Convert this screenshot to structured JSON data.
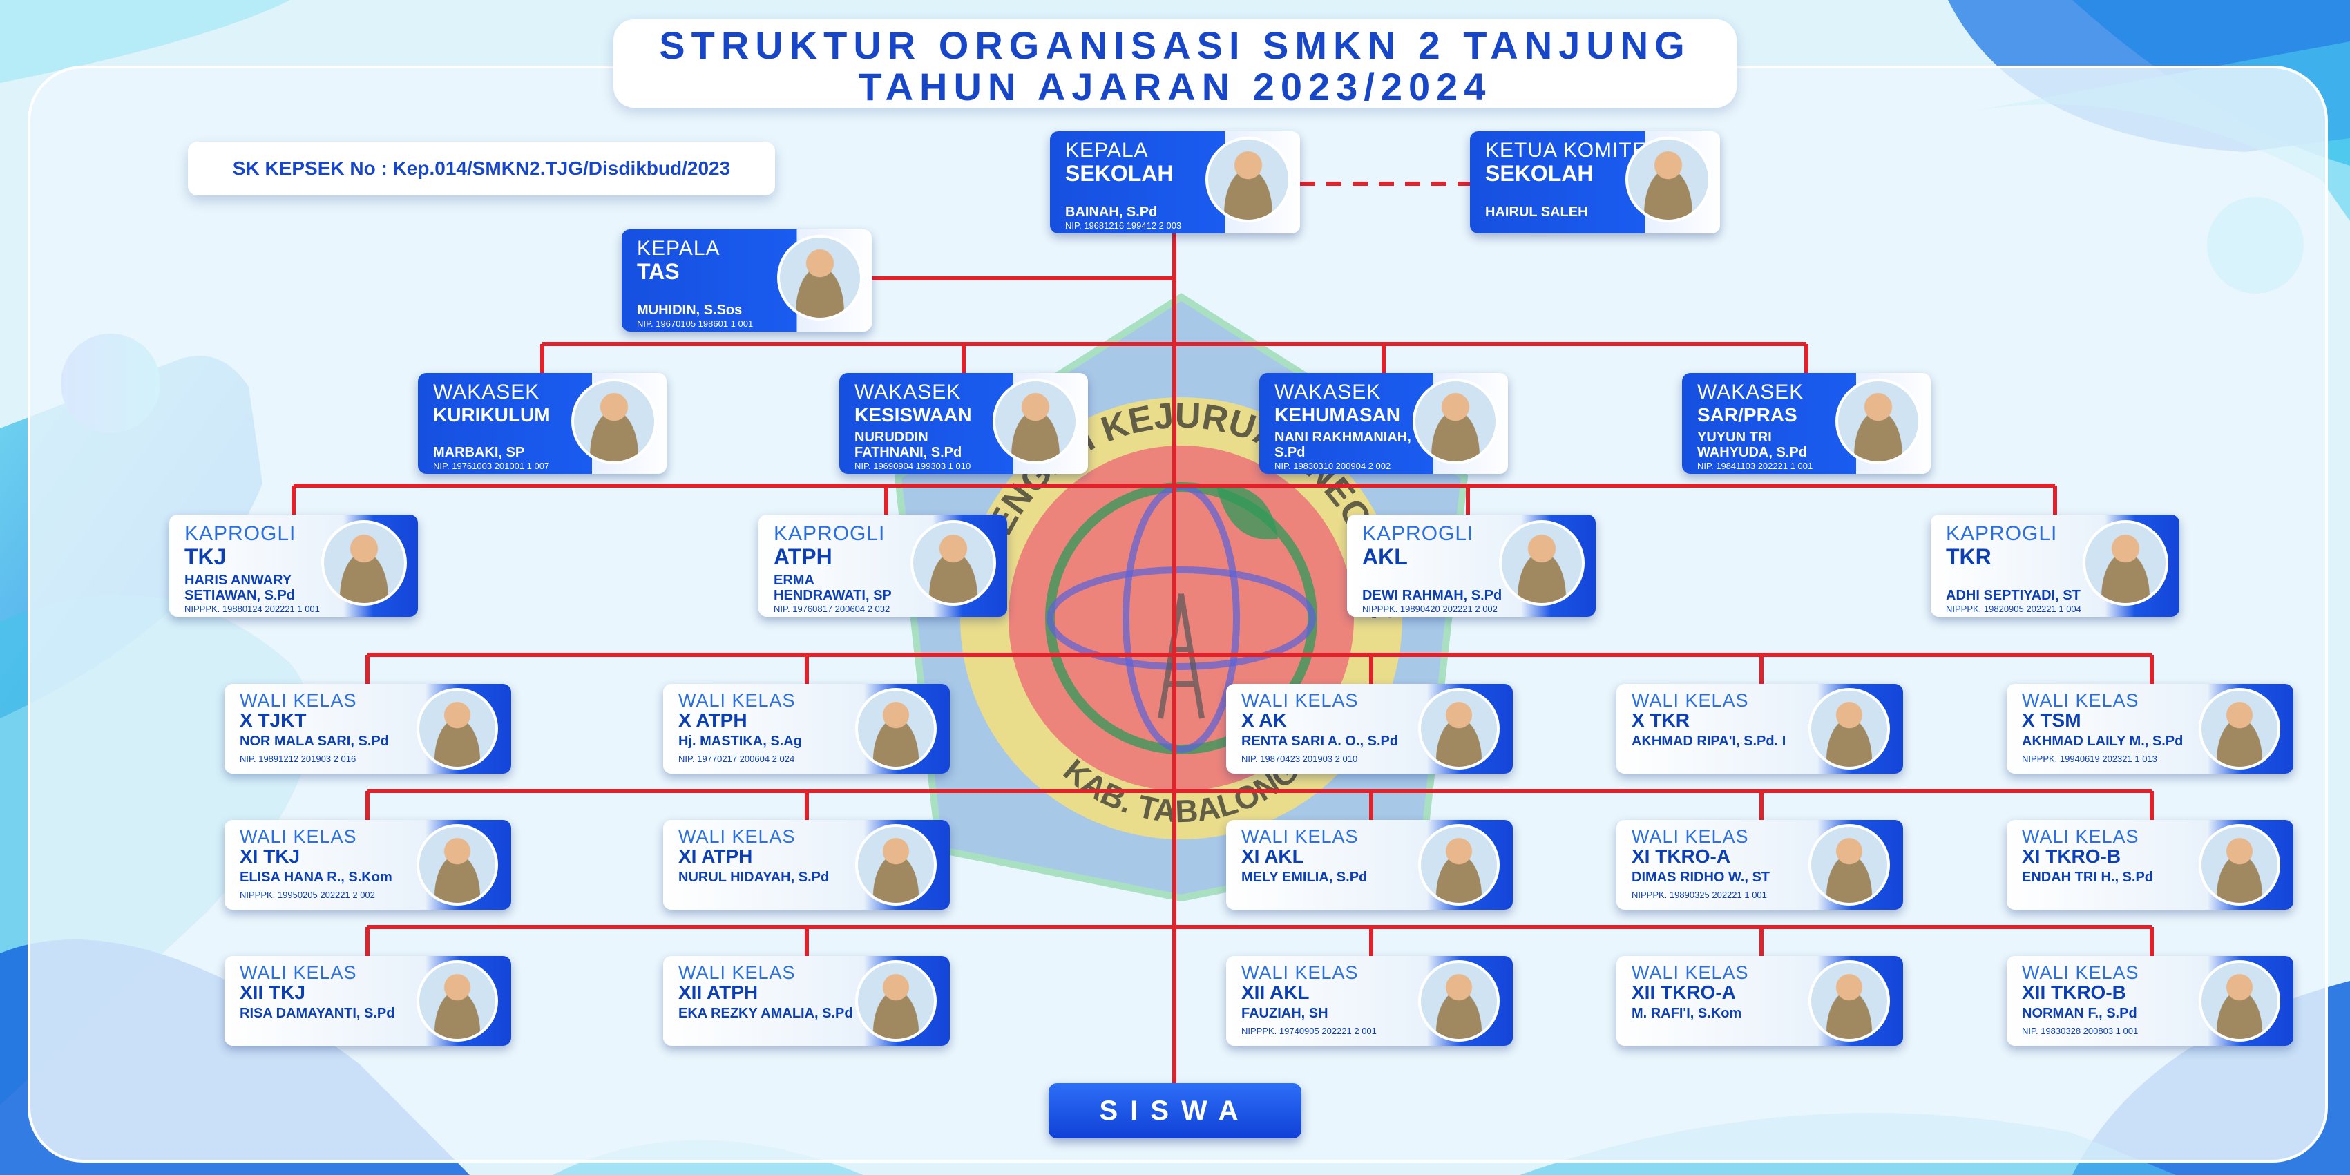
{
  "title": {
    "line1": "STRUKTUR ORGANISASI SMKN 2 TANJUNG",
    "line2": "TAHUN AJARAN 2023/2024"
  },
  "sk_label": "SK KEPSEK No : Kep.014/SMKN2.TJG/Disdikbud/2023",
  "logo": {
    "ring_text_top": "SEKOLAH MENENGAH KEJURUAN NEGERI 2 TANJUNG",
    "ring_text_bottom": "KAB. TABALONG"
  },
  "colors": {
    "accent": "#1650e0",
    "line": "#e1222b",
    "title": "#1746c9"
  },
  "leaders": {
    "kepsek": {
      "role": "KEPALA",
      "unit": "SEKOLAH",
      "name": "BAINAH, S.Pd",
      "nip": "NIP. 19681216 199412 2 003"
    },
    "komite": {
      "role": "KETUA KOMITE",
      "unit": "SEKOLAH",
      "name": "HAIRUL SALEH",
      "nip": ""
    },
    "tas": {
      "role": "KEPALA",
      "unit": "TAS",
      "name": "MUHIDIN, S.Sos",
      "nip": "NIP. 19670105 198601 1 001"
    }
  },
  "wakasek": [
    {
      "role": "WAKASEK",
      "unit": "KURIKULUM",
      "name": "MARBAKI, SP",
      "nip": "NIP. 19761003 201001 1 007"
    },
    {
      "role": "WAKASEK",
      "unit": "KESISWAAN",
      "name": "NURUDDIN FATHNANI, S.Pd",
      "nip": "NIP. 19690904 199303 1 010"
    },
    {
      "role": "WAKASEK",
      "unit": "KEHUMASAN",
      "name": "NANI RAKHMANIAH, S.Pd",
      "nip": "NIP. 19830310 200904 2 002"
    },
    {
      "role": "WAKASEK",
      "unit": "SAR/PRAS",
      "name": "YUYUN TRI WAHYUDA, S.Pd",
      "nip": "NIP. 19841103 202221 1 001"
    }
  ],
  "kaprogli": [
    {
      "role": "KAPROGLI",
      "unit": "TKJ",
      "name": "HARIS ANWARY SETIAWAN, S.Pd",
      "nip": "NIPPPK. 19880124 202221 1 001"
    },
    {
      "role": "KAPROGLI",
      "unit": "ATPH",
      "name": "ERMA HENDRAWATI, SP",
      "nip": "NIP. 19760817 200604 2 032"
    },
    {
      "role": "KAPROGLI",
      "unit": "AKL",
      "name": "DEWI RAHMAH, S.Pd",
      "nip": "NIPPPK. 19890420 202221 2 002"
    },
    {
      "role": "KAPROGLI",
      "unit": "TKR",
      "name": "ADHI SEPTIYADI, ST",
      "nip": "NIPPPK. 19820905 202221 1 004"
    }
  ],
  "wali_rows": [
    [
      {
        "role": "WALI KELAS",
        "unit": "X TJKT",
        "name": "NOR MALA SARI, S.Pd",
        "nip": "NIP. 19891212 201903 2 016"
      },
      {
        "role": "WALI KELAS",
        "unit": "X ATPH",
        "name": "Hj. MASTIKA, S.Ag",
        "nip": "NIP. 19770217 200604 2 024"
      },
      {
        "role": "WALI KELAS",
        "unit": "X AK",
        "name": "RENTA SARI A. O., S.Pd",
        "nip": "NIP. 19870423 201903 2 010"
      },
      {
        "role": "WALI KELAS",
        "unit": "X TKR",
        "name": "AKHMAD RIPA'I, S.Pd. I",
        "nip": ""
      },
      {
        "role": "WALI KELAS",
        "unit": "X TSM",
        "name": "AKHMAD LAILY M., S.Pd",
        "nip": "NIPPPK. 19940619 202321 1 013"
      }
    ],
    [
      {
        "role": "WALI KELAS",
        "unit": "XI TKJ",
        "name": "ELISA HANA R., S.Kom",
        "nip": "NIPPPK. 19950205 202221 2 002"
      },
      {
        "role": "WALI KELAS",
        "unit": "XI ATPH",
        "name": "NURUL HIDAYAH, S.Pd",
        "nip": ""
      },
      {
        "role": "WALI KELAS",
        "unit": "XI AKL",
        "name": "MELY EMILIA, S.Pd",
        "nip": ""
      },
      {
        "role": "WALI KELAS",
        "unit": "XI TKRO-A",
        "name": "DIMAS RIDHO W., ST",
        "nip": "NIPPPK. 19890325 202221 1 001"
      },
      {
        "role": "WALI KELAS",
        "unit": "XI TKRO-B",
        "name": "ENDAH TRI H., S.Pd",
        "nip": ""
      }
    ],
    [
      {
        "role": "WALI KELAS",
        "unit": "XII TKJ",
        "name": "RISA DAMAYANTI, S.Pd",
        "nip": ""
      },
      {
        "role": "WALI KELAS",
        "unit": "XII ATPH",
        "name": "EKA REZKY AMALIA, S.Pd",
        "nip": ""
      },
      {
        "role": "WALI KELAS",
        "unit": "XII AKL",
        "name": "FAUZIAH, SH",
        "nip": "NIPPPK. 19740905 202221 2 001"
      },
      {
        "role": "WALI KELAS",
        "unit": "XII TKRO-A",
        "name": "M. RAFI'I, S.Kom",
        "nip": ""
      },
      {
        "role": "WALI KELAS",
        "unit": "XII TKRO-B",
        "name": "NORMAN F., S.Pd",
        "nip": "NIP. 19830328 200803 1 001"
      }
    ]
  ],
  "siswa": "SISWA"
}
